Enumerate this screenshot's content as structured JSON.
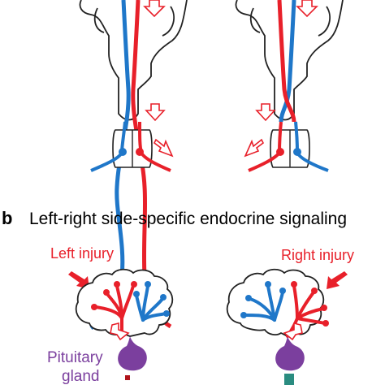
{
  "panel_b": {
    "letter": "b",
    "title": "Left-right side-specific endocrine signaling",
    "left_injury_label": "Left injury",
    "right_injury_label": "Right injury",
    "pituitary_label_line1": "Pituitary",
    "pituitary_label_line2": "gland"
  },
  "colors": {
    "left_pathway": "#e8202a",
    "right_pathway": "#1f77c9",
    "pituitary": "#7b3f9e",
    "left_signal": "#b0131b",
    "right_signal": "#2a8c80",
    "outline": "#222222"
  }
}
